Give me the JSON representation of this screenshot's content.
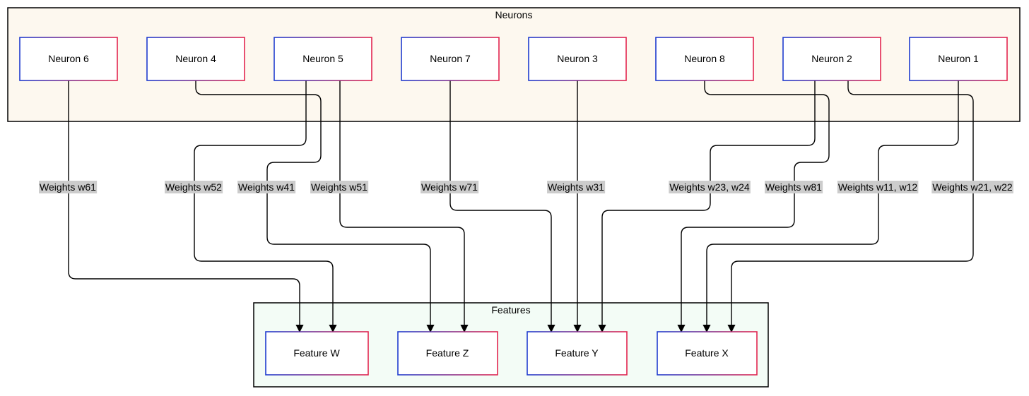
{
  "colors": {
    "neurons_group_bg": "#fdf8ef",
    "features_group_bg": "#f3fcf6",
    "node_border_start": "#1f3ccf",
    "node_border_end": "#e2254f",
    "label_bg": "#cccccc",
    "edge": "#000000"
  },
  "groups": {
    "neurons": {
      "title": "Neurons"
    },
    "features": {
      "title": "Features"
    }
  },
  "neurons": [
    {
      "id": "n6",
      "label": "Neuron 6"
    },
    {
      "id": "n4",
      "label": "Neuron 4"
    },
    {
      "id": "n5",
      "label": "Neuron 5"
    },
    {
      "id": "n7",
      "label": "Neuron 7"
    },
    {
      "id": "n3",
      "label": "Neuron 3"
    },
    {
      "id": "n8",
      "label": "Neuron 8"
    },
    {
      "id": "n2",
      "label": "Neuron 2"
    },
    {
      "id": "n1",
      "label": "Neuron 1"
    }
  ],
  "features": [
    {
      "id": "fW",
      "label": "Feature W"
    },
    {
      "id": "fZ",
      "label": "Feature Z"
    },
    {
      "id": "fY",
      "label": "Feature Y"
    },
    {
      "id": "fX",
      "label": "Feature X"
    }
  ],
  "edges": [
    {
      "from": "n6",
      "to": "fW",
      "label": "Weights w61"
    },
    {
      "from": "n5",
      "to": "fW",
      "label": "Weights w52"
    },
    {
      "from": "n4",
      "to": "fZ",
      "label": "Weights w41"
    },
    {
      "from": "n5",
      "to": "fZ",
      "label": "Weights w51"
    },
    {
      "from": "n7",
      "to": "fY",
      "label": "Weights w71"
    },
    {
      "from": "n3",
      "to": "fY",
      "label": "Weights w31"
    },
    {
      "from": "n2",
      "to": "fY",
      "label": "Weights w23, w24"
    },
    {
      "from": "n8",
      "to": "fX",
      "label": "Weights w81"
    },
    {
      "from": "n1",
      "to": "fX",
      "label": "Weights w11, w12"
    },
    {
      "from": "n2",
      "to": "fX",
      "label": "Weights w21, w22"
    }
  ]
}
